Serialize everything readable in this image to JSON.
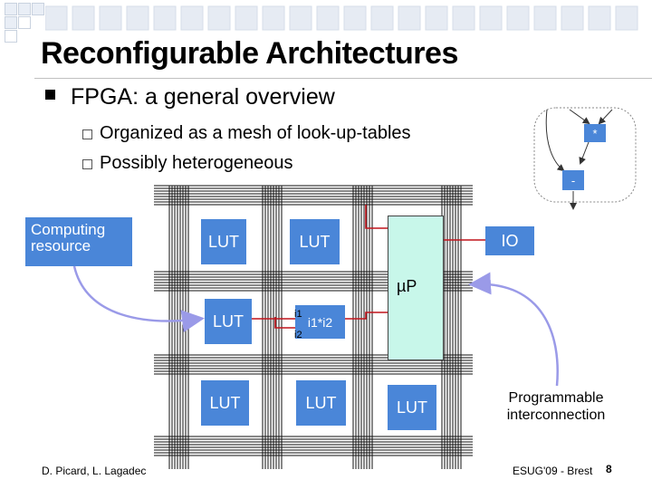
{
  "slide": {
    "title": "Reconfigurable Architectures",
    "bullet": "FPGA: a general overview",
    "sub_bullets": [
      "Organized as a mesh of look-up-tables",
      "Possibly heterogeneous"
    ]
  },
  "diagram": {
    "computing_resource": "Computing resource",
    "lut_label": "LUT",
    "io_label": "IO",
    "microprocessor_label": "µP",
    "multiplier_label": "i1*i2",
    "multiplier_in1": "i1",
    "multiplier_in2": "i2",
    "programmable_interconnection": "Programmable interconnection",
    "inset_multiply": "*",
    "inset_minus": "-"
  },
  "footer": {
    "authors": "D. Picard, L. Lagadec",
    "venue": "ESUG'09 - Brest",
    "page_number": "8"
  },
  "colors": {
    "block_blue": "#4a86d8",
    "microprocessor_fill": "#c8f7ea",
    "wire_red": "#c0141c",
    "arrow_lavender": "#9a9ae8"
  }
}
